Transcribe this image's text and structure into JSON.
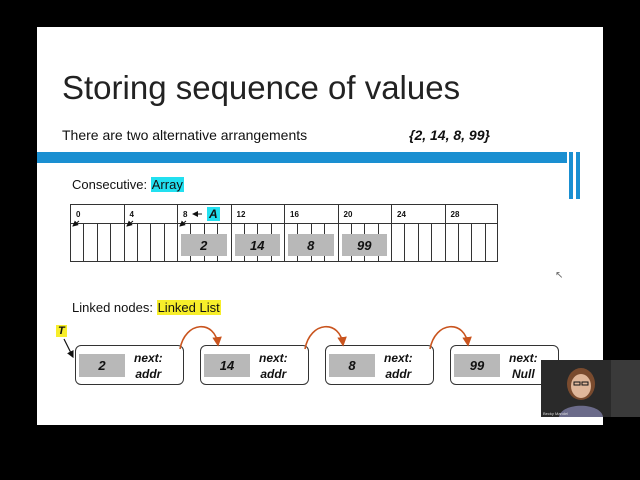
{
  "slide": {
    "title": "Storing sequence of values",
    "subtitle": "There are two alternative arrangements",
    "set_text": "{2, 14, 8, 99}",
    "colors": {
      "accent": "#1a8fd1",
      "cyan_highlight": "#22e0f0",
      "yellow_highlight": "#f7ee2a",
      "box_gray": "#b8b8b8"
    }
  },
  "consecutive": {
    "label": "Consecutive: ",
    "highlight": "Array",
    "pointer_label": "A",
    "addresses": [
      "0",
      "4",
      "8",
      "12",
      "16",
      "20",
      "24",
      "28"
    ],
    "values": [
      "2",
      "14",
      "8",
      "99"
    ]
  },
  "linked": {
    "label": "Linked nodes: ",
    "highlight": "Linked List",
    "head_label": "T",
    "nodes": [
      {
        "value": "2",
        "next_line1": "next:",
        "next_line2": "addr"
      },
      {
        "value": "14",
        "next_line1": "next:",
        "next_line2": "addr"
      },
      {
        "value": "8",
        "next_line1": "next:",
        "next_line2": "addr"
      },
      {
        "value": "99",
        "next_line1": "next:",
        "next_line2": "Null"
      }
    ]
  },
  "webcam": {
    "label": "Becky Mandel"
  },
  "icons": [
    "cursor-arrow-icon",
    "prev-slide-icon",
    "next-slide-icon",
    "pen-icon",
    "zoom-icon",
    "more-icon"
  ]
}
